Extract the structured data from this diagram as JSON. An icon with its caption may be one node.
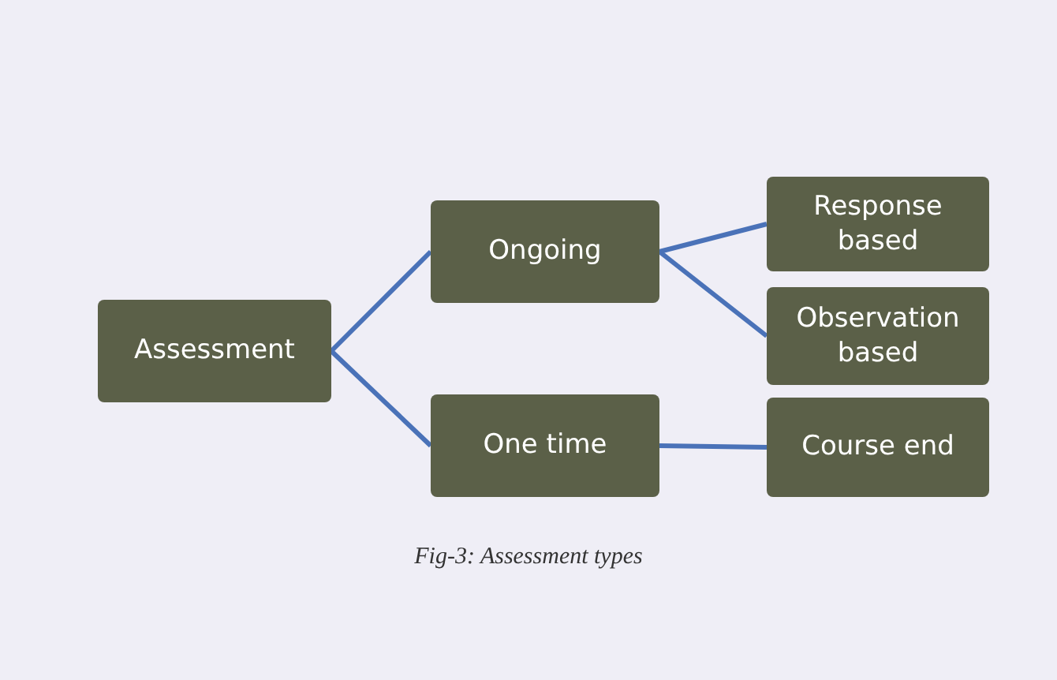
{
  "diagram": {
    "caption": "Fig-3: Assessment types",
    "nodes": [
      {
        "text": [
          "Assessment"
        ]
      },
      {
        "text": [
          "Ongoing"
        ]
      },
      {
        "text": [
          "Response based"
        ]
      },
      {
        "text": [
          "Observation based"
        ]
      },
      {
        "text": [
          "One time"
        ]
      },
      {
        "text": [
          "Course end"
        ]
      }
    ],
    "edges": [
      {
        "from": 0,
        "to": 1,
        "arrow": "none"
      },
      {
        "from": 0,
        "to": 4,
        "arrow": "none"
      },
      {
        "from": 1,
        "to": 2,
        "arrow": "none"
      },
      {
        "from": 1,
        "to": 3,
        "arrow": "none"
      },
      {
        "from": 4,
        "to": 5,
        "arrow": "none"
      }
    ]
  }
}
